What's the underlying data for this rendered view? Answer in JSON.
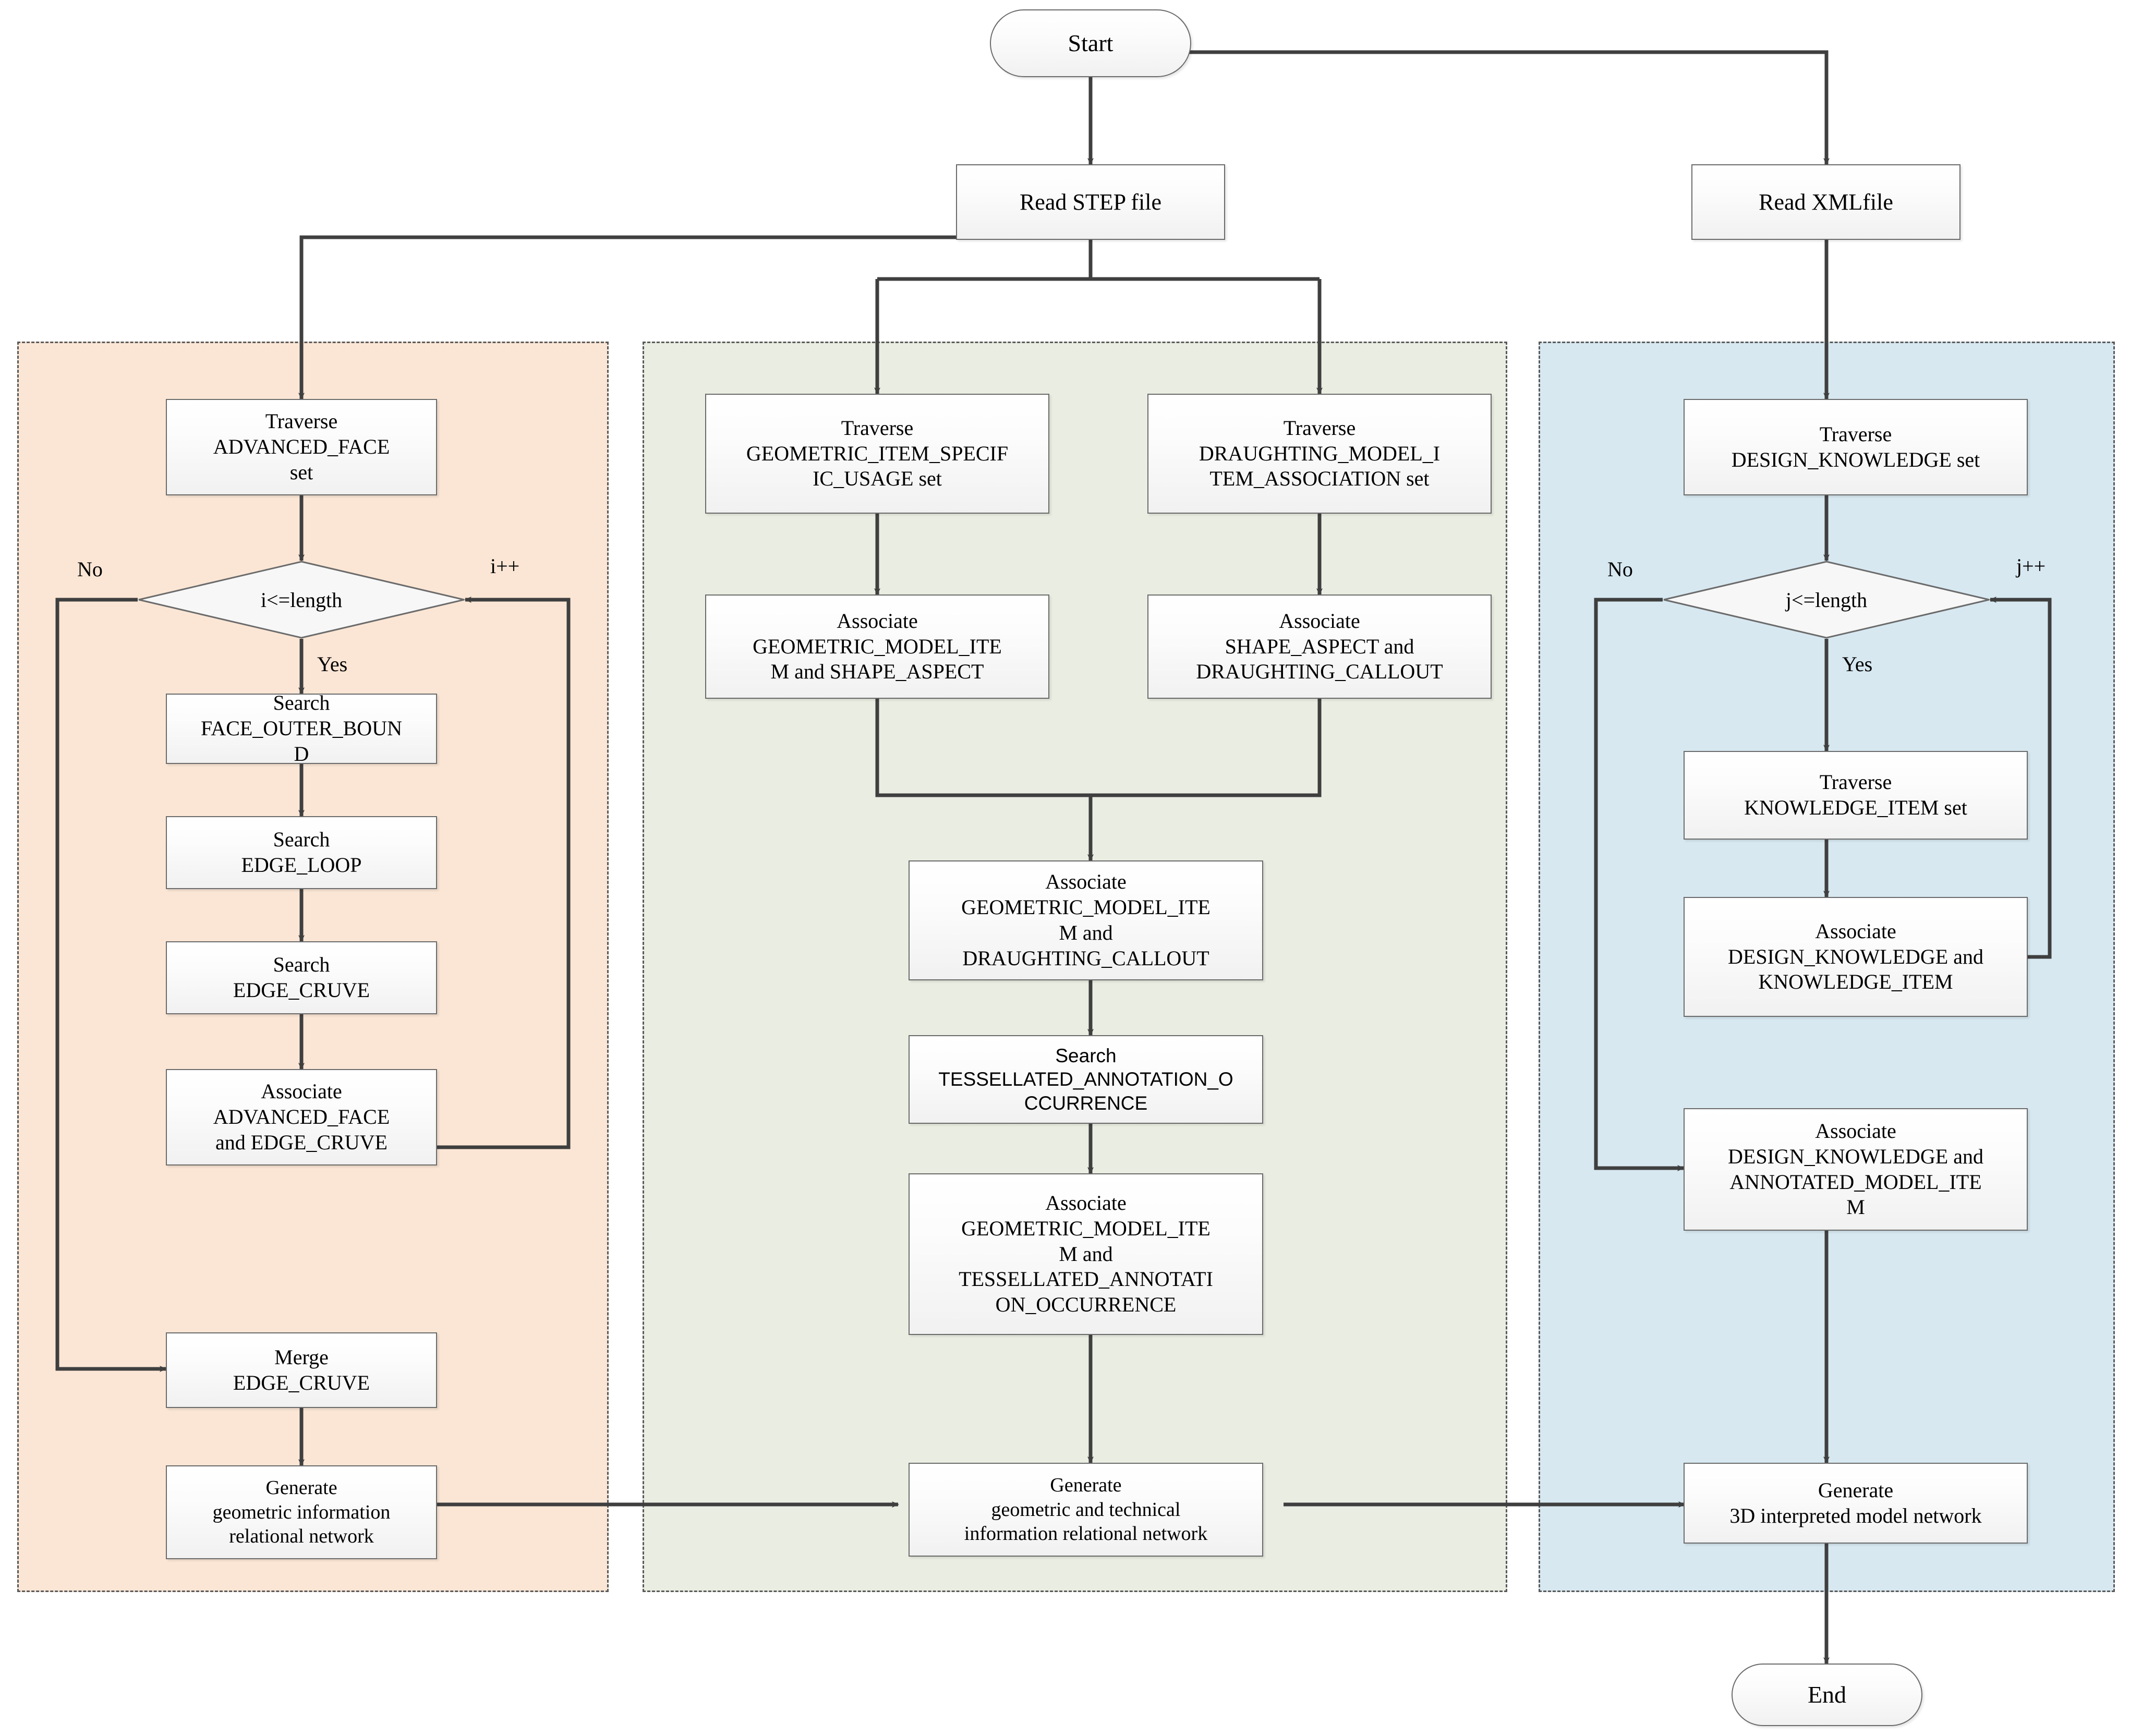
{
  "diagram": {
    "title": "3D interpreted model network generation flowchart",
    "type": "flowchart",
    "colors": {
      "lane_step_geometry": "#fbe6d5",
      "lane_step_annotation": "#eaeee2",
      "lane_xml_knowledge": "#d7e8f1",
      "node_fill": "#f4f4f4",
      "node_stroke": "#6b6b6b",
      "edge_stroke": "#3f3f3f",
      "lane_border": "#5a5a5a"
    }
  },
  "terminals": {
    "start": "Start",
    "end": "End"
  },
  "readers": {
    "step": "Read STEP file",
    "xml": "Read XMLfile"
  },
  "lane_left": {
    "traverse_advanced_face": [
      "Traverse",
      "ADVANCED_FACE",
      "set"
    ],
    "decision": "i<=length",
    "decision_no": "No",
    "decision_yes": "Yes",
    "decision_inc": "i++",
    "search_face_outer_bound": [
      "Search",
      "FACE_OUTER_BOUN",
      "D"
    ],
    "search_edge_loop": [
      "Search",
      "EDGE_LOOP"
    ],
    "search_edge_cruve": [
      "Search",
      "EDGE_CRUVE"
    ],
    "associate_face_edge": [
      "Associate",
      "ADVANCED_FACE",
      "and EDGE_CRUVE"
    ],
    "merge_edge_cruve": [
      "Merge",
      "EDGE_CRUVE"
    ],
    "generate_geometric": [
      "Generate",
      "geometric information",
      "relational network"
    ]
  },
  "lane_mid": {
    "traverse_gisu": [
      "Traverse",
      "GEOMETRIC_ITEM_SPECIF",
      "IC_USAGE set"
    ],
    "traverse_dmia": [
      "Traverse",
      "DRAUGHTING_MODEL_I",
      "TEM_ASSOCIATION set"
    ],
    "associate_gmi_sa": [
      "Associate",
      "GEOMETRIC_MODEL_ITE",
      "M and SHAPE_ASPECT"
    ],
    "associate_sa_dc": [
      "Associate",
      "SHAPE_ASPECT and",
      "DRAUGHTING_CALLOUT"
    ],
    "associate_gmi_dc": [
      "Associate",
      "GEOMETRIC_MODEL_ITE",
      "M and",
      "DRAUGHTING_CALLOUT"
    ],
    "search_tao": [
      "Search",
      "TESSELLATED_ANNOTATION_O",
      "CCURRENCE"
    ],
    "associate_gmi_tao": [
      "Associate",
      "GEOMETRIC_MODEL_ITE",
      "M and",
      "TESSELLATED_ANNOTATI",
      "ON_OCCURRENCE"
    ],
    "generate_geo_tech": [
      "Generate",
      "geometric and technical",
      "information relational network"
    ]
  },
  "lane_right": {
    "traverse_design_knowledge": [
      "Traverse",
      "DESIGN_KNOWLEDGE set"
    ],
    "decision": "j<=length",
    "decision_no": "No",
    "decision_yes": "Yes",
    "decision_inc": "j++",
    "traverse_knowledge_item": [
      "Traverse",
      "KNOWLEDGE_ITEM set"
    ],
    "associate_dk_ki": [
      "Associate",
      "DESIGN_KNOWLEDGE and",
      "KNOWLEDGE_ITEM"
    ],
    "associate_dk_ami": [
      "Associate",
      "DESIGN_KNOWLEDGE and",
      "ANNOTATED_MODEL_ITE",
      "M"
    ],
    "generate_3d": [
      "Generate",
      "3D interpreted model network"
    ]
  }
}
